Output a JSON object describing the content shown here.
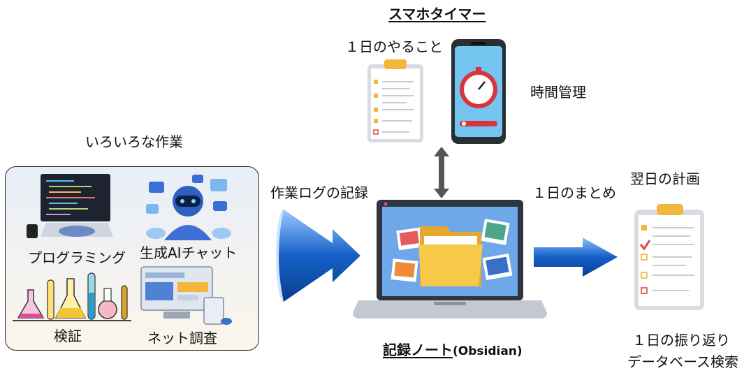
{
  "title_timer": "スマホタイマー",
  "label_todo": "１日のやること",
  "label_time_mgmt": "時間管理",
  "label_various_work": "いろいろな作業",
  "work_items": {
    "programming": "プログラミング",
    "gen_ai_chat": "生成AIチャット",
    "verification": "検証",
    "net_research": "ネット調査"
  },
  "label_work_log": "作業ログの記録",
  "label_summary": "１日のまとめ",
  "label_next_day": "翌日の計画",
  "notebook": {
    "main": "記録ノート",
    "sub": "(Obsidian)"
  },
  "review": {
    "line1": "１日の振り返り",
    "line2": "データベース検索"
  },
  "colors": {
    "arrow_blue": "#1560c8",
    "clipboard_clip": "#f2b63a",
    "phone_screen": "#74c5f0",
    "clock_red": "#d8343a",
    "folder_yellow": "#f7c948"
  }
}
